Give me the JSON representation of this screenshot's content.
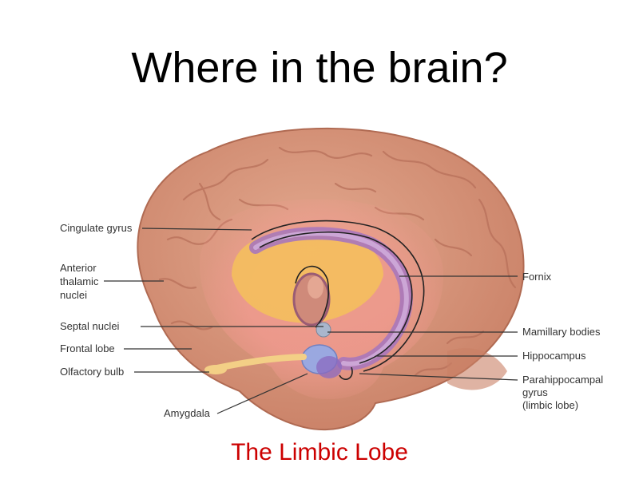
{
  "title": "Where in the brain?",
  "caption": "The Limbic Lobe",
  "colors": {
    "caption": "#cc0000",
    "cortex": "#d9967c",
    "cortex_dark": "#b86f57",
    "limbic_glow": "#ef8a84",
    "yellow_region": "#f5c15a",
    "fornix": "#b07ec0",
    "amygdala": "#9aa8e0",
    "olfactory": "#f4d08a",
    "label_line": "#333333"
  },
  "labels": {
    "cingulate_gyrus": "Cingulate gyrus",
    "anterior_thalamic_1": "Anterior",
    "anterior_thalamic_2": "thalamic",
    "anterior_thalamic_3": "nuclei",
    "septal_nuclei": "Septal nuclei",
    "frontal_lobe": "Frontal lobe",
    "olfactory_bulb": "Olfactory bulb",
    "amygdala": "Amygdala",
    "fornix": "Fornix",
    "mamillary_bodies": "Mamillary bodies",
    "hippocampus": "Hippocampus",
    "parahippocampal_1": "Parahippocampal",
    "parahippocampal_2": "gyrus",
    "parahippocampal_3": "(limbic lobe)"
  }
}
